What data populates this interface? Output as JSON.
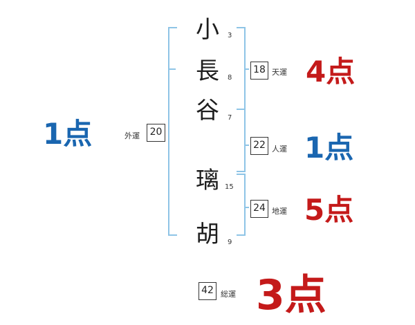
{
  "colors": {
    "bracket": "#8ec4e6",
    "good": "#c41a1a",
    "neutral": "#1a66b0"
  },
  "surname": [
    {
      "char": "小",
      "strokes": "3"
    },
    {
      "char": "長",
      "strokes": "8"
    },
    {
      "char": "谷",
      "strokes": "7"
    }
  ],
  "given": [
    {
      "char": "璃",
      "strokes": "15"
    },
    {
      "char": "胡",
      "strokes": "9"
    }
  ],
  "ten": {
    "value": "18",
    "label": "天運",
    "score": "4点"
  },
  "jin": {
    "value": "22",
    "label": "人運",
    "score": "1点"
  },
  "chi": {
    "value": "24",
    "label": "地運",
    "score": "5点"
  },
  "gai": {
    "value": "20",
    "label": "外運",
    "score": "1点"
  },
  "total": {
    "value": "42",
    "label": "総運",
    "score": "3点"
  }
}
